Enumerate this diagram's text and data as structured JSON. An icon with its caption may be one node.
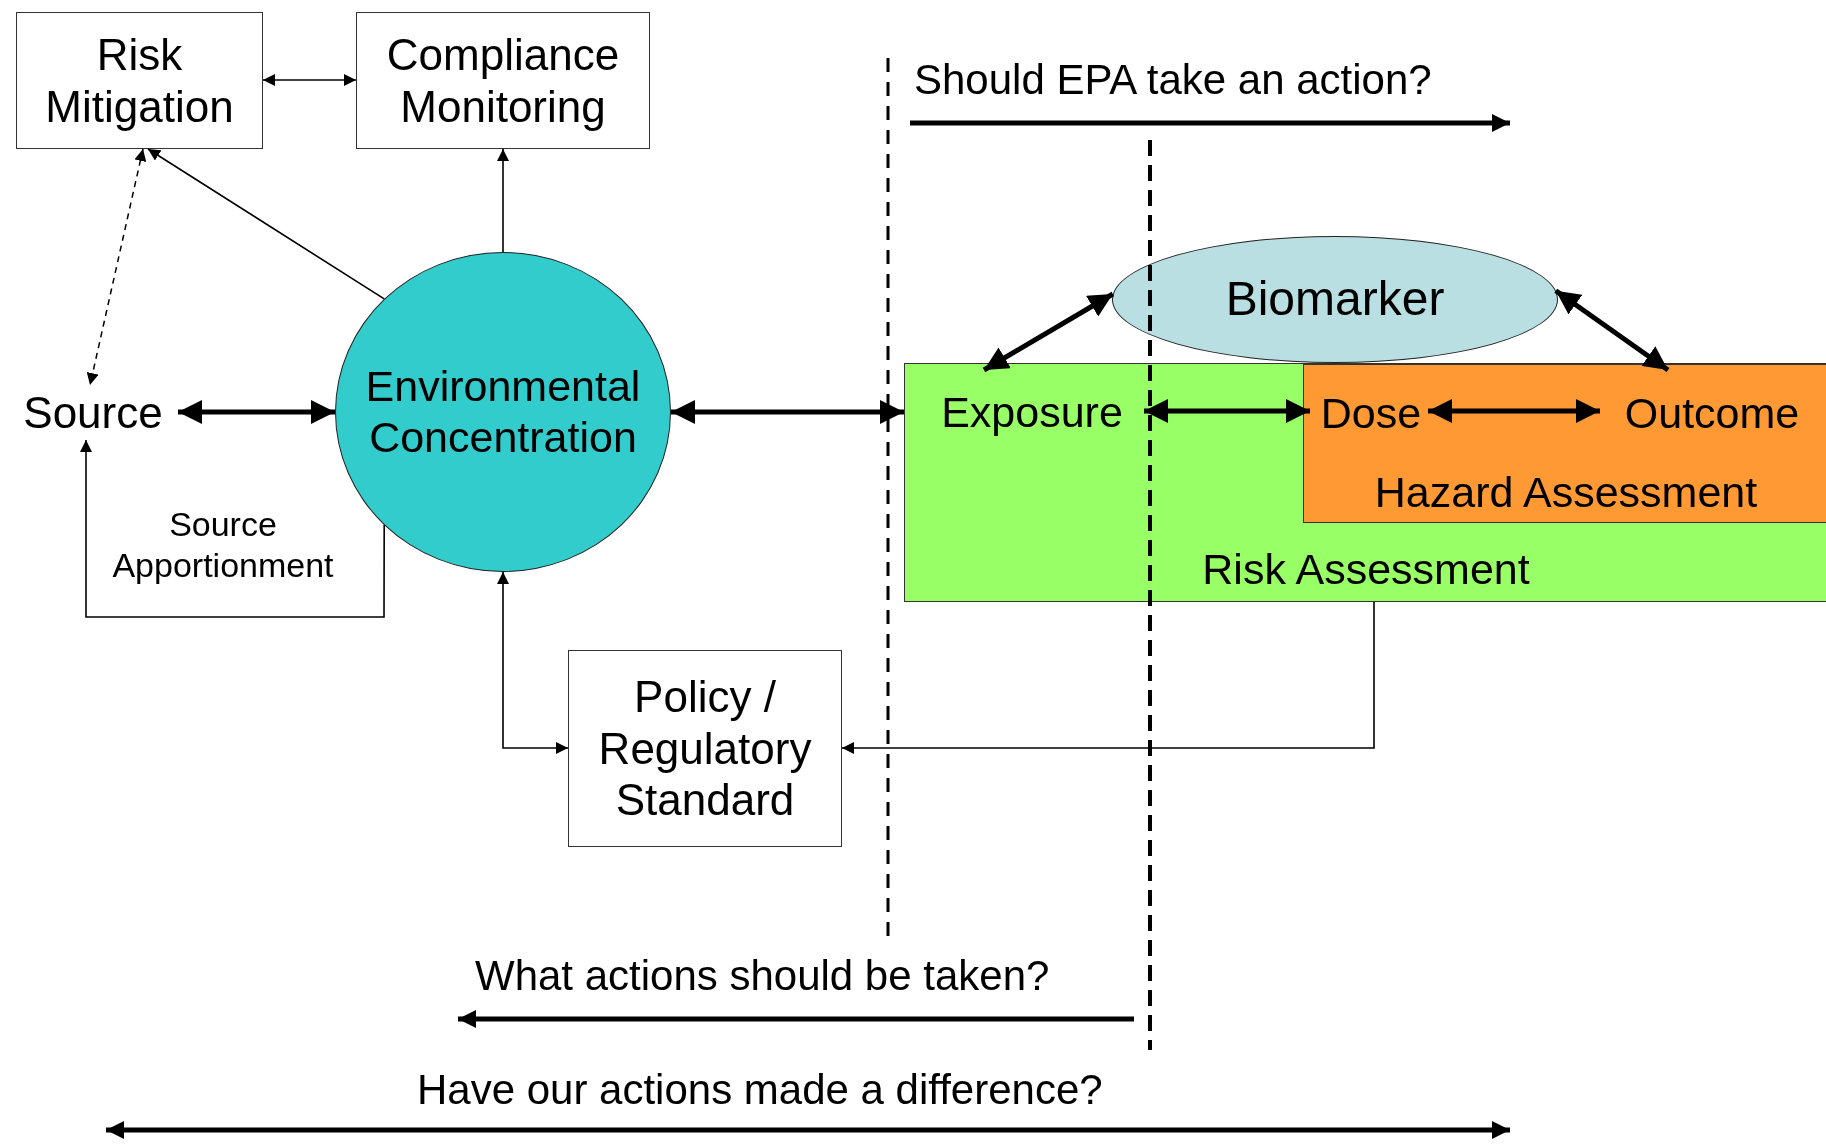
{
  "diagram": {
    "nodes": [
      {
        "text": [
          "Risk Mitigation"
        ]
      },
      {
        "text": [
          "Compliance Monitoring"
        ]
      },
      {
        "text": [
          "Source"
        ]
      },
      {
        "text": [
          "Environmental Concentration"
        ]
      },
      {
        "text": [
          "Policy / Regulatory Standard"
        ]
      },
      {
        "text": [
          "Biomarker"
        ]
      },
      {
        "text": [
          "Risk Assessment"
        ]
      },
      {
        "text": [
          "Exposure"
        ],
        "in": 6
      },
      {
        "text": [
          "Hazard Assessment"
        ],
        "in": 6
      },
      {
        "text": [
          "Dose"
        ],
        "in": 8
      },
      {
        "text": [
          "Outcome"
        ],
        "in": 8
      }
    ],
    "edges": [
      {
        "from": 0,
        "to": 1,
        "arrow": "both"
      },
      {
        "from": 3,
        "to": 0,
        "arrow": "to"
      },
      {
        "from": 0,
        "to": 2,
        "arrow": "both",
        "style": "dashed"
      },
      {
        "from": 3,
        "to": 1,
        "arrow": "to"
      },
      {
        "from": 2,
        "to": 3,
        "arrow": "both",
        "style": "thick"
      },
      {
        "from": 3,
        "to": 2,
        "arrow": "to",
        "label": "Source Apportionment"
      },
      {
        "from": 3,
        "to": 6,
        "arrow": "both",
        "style": "thick"
      },
      {
        "from": 3,
        "to": 4,
        "arrow": "both"
      },
      {
        "from": 6,
        "to": 4,
        "arrow": "to"
      },
      {
        "from": 5,
        "to": 7,
        "arrow": "both",
        "style": "thick"
      },
      {
        "from": 5,
        "to": 10,
        "arrow": "both",
        "style": "thick"
      },
      {
        "from": 7,
        "to": 9,
        "arrow": "both",
        "style": "thick"
      },
      {
        "from": 9,
        "to": 10,
        "arrow": "both",
        "style": "thick"
      }
    ],
    "labels": [
      "Should EPA take an action?",
      "What actions should be taken?",
      "Have our actions made a difference?"
    ]
  }
}
